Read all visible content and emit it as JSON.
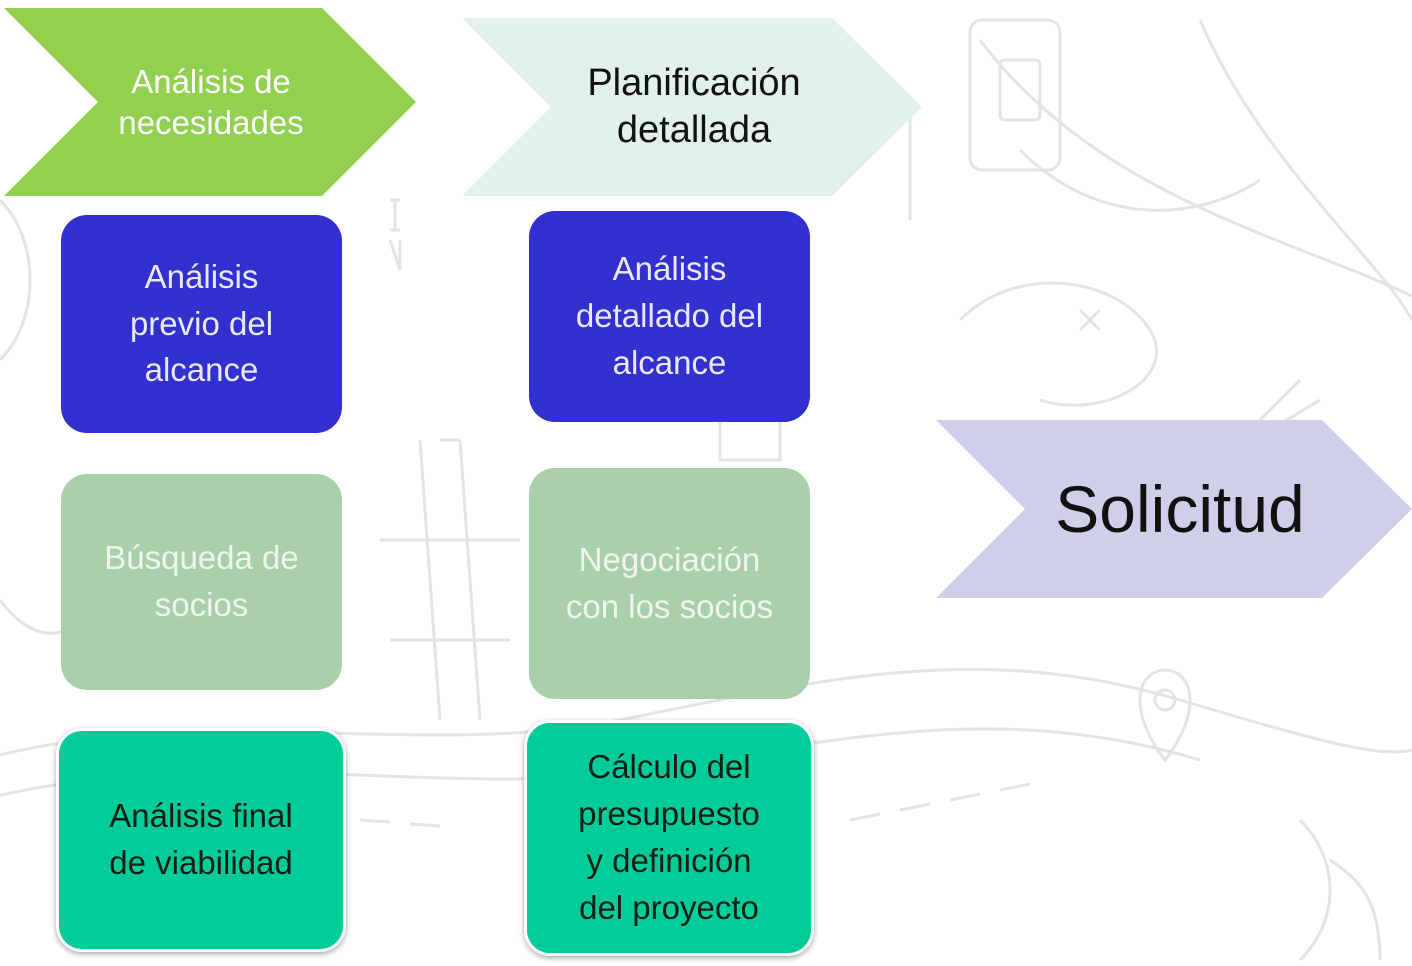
{
  "phases": [
    {
      "label": "Análisis de\nnecesidades",
      "color": "#92d050",
      "text_color": "#ffffff"
    },
    {
      "label": "Planificación\ndetallada",
      "color": "#e2f2ea",
      "text_color": "#111111"
    },
    {
      "label": "Solicitud",
      "color": "#d0cfea",
      "text_color": "#111111"
    }
  ],
  "column1": [
    {
      "label": "Análisis\nprevio del\nalcance"
    },
    {
      "label": "Búsqueda de\nsocios"
    },
    {
      "label": "Análisis final\nde viabilidad"
    }
  ],
  "column2": [
    {
      "label": "Análisis\ndetallado del\nalcance"
    },
    {
      "label": "Negociación\ncon los socios"
    },
    {
      "label": "Cálculo del\npresupuesto\ny definición\ndel proyecto"
    }
  ],
  "colors": {
    "scope": "#3230cf",
    "partners": "#a9d0aa",
    "final": "#00cc99"
  }
}
